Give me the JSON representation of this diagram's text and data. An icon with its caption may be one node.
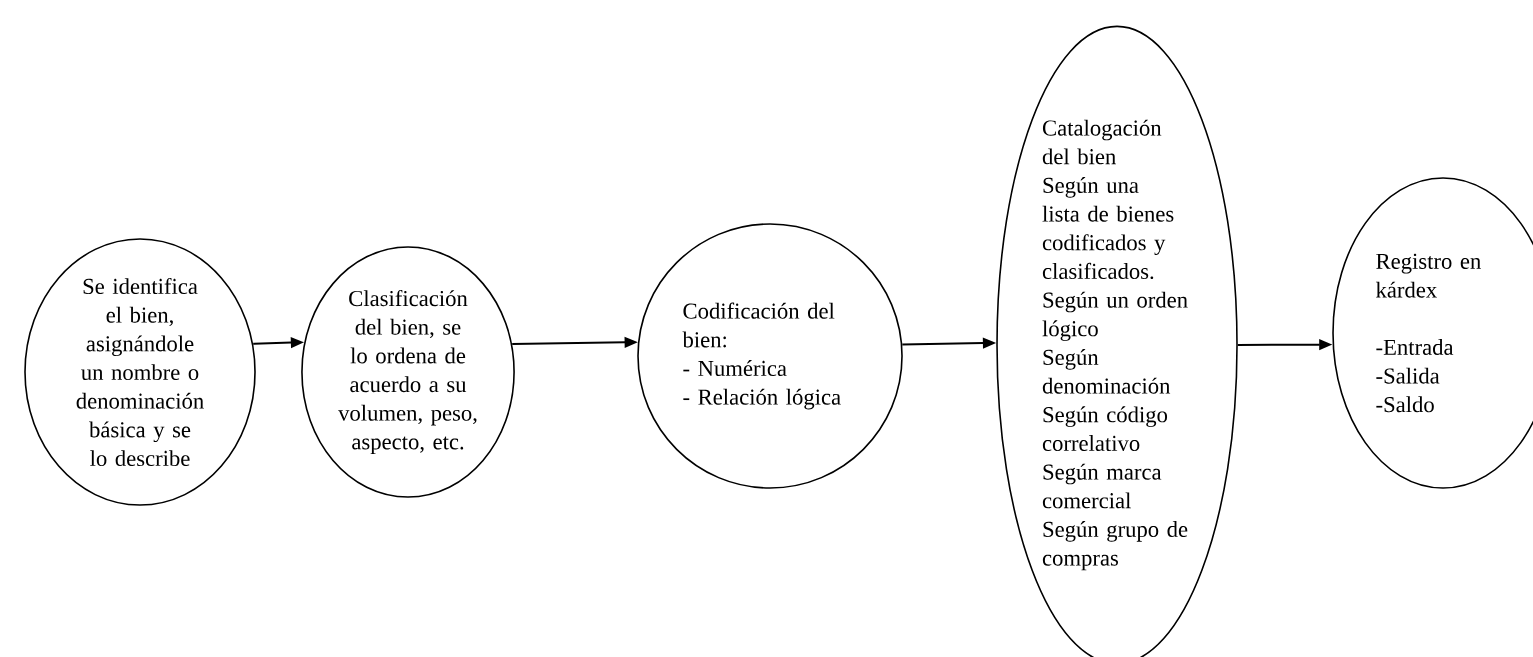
{
  "diagram": {
    "nodes": [
      {
        "text": [
          "Se identifica el bien, asignándole un nombre o denominación básica y se lo describe"
        ]
      },
      {
        "text": [
          "Clasificación del bien, se lo ordena de acuerdo a su volumen, peso, aspecto, etc."
        ]
      },
      {
        "text": [
          "Codificación del bien:",
          "- Numérica",
          "- Relación lógica"
        ]
      },
      {
        "text": [
          "Catalogación del bien",
          "Según una lista de bienes codificados y clasificados.",
          "Según un orden lógico",
          "Según denominación",
          "Según código correlativo",
          "Según marca comercial",
          "Según grupo de compras"
        ]
      },
      {
        "text": [
          "Registro en kárdex",
          "-Entrada",
          "-Salida",
          "-Saldo"
        ]
      }
    ],
    "edges": [
      {
        "from": 0,
        "to": 1,
        "arrow": "to"
      },
      {
        "from": 1,
        "to": 2,
        "arrow": "to"
      },
      {
        "from": 2,
        "to": 3,
        "arrow": "to"
      },
      {
        "from": 3,
        "to": 4,
        "arrow": "to"
      }
    ]
  }
}
